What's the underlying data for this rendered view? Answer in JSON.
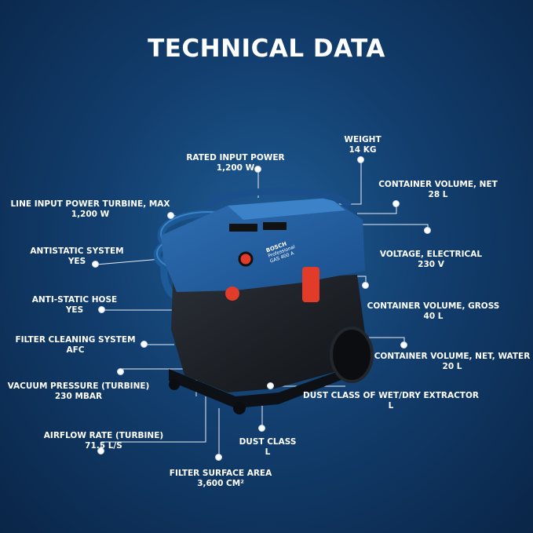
{
  "title": "TECHNICAL DATA",
  "product": {
    "brand": "BOSCH",
    "line": "Professional",
    "model": "GAS 400 A"
  },
  "specs": {
    "rated_input_power": {
      "label": "RATED INPUT POWER",
      "value": "1,200 W"
    },
    "weight": {
      "label": "WEIGHT",
      "value": "14 KG"
    },
    "container_volume_net": {
      "label": "CONTAINER VOLUME, NET",
      "value": "28 L"
    },
    "line_input_power_turbine": {
      "label": "LINE INPUT POWER TURBINE, MAX",
      "value": "1,200 W"
    },
    "antistatic_system": {
      "label": "ANTISTATIC SYSTEM",
      "value": "YES"
    },
    "voltage_electrical": {
      "label": "VOLTAGE, ELECTRICAL",
      "value": "230 V"
    },
    "anti_static_hose": {
      "label": "ANTI-STATIC HOSE",
      "value": "YES"
    },
    "container_volume_gross": {
      "label": "CONTAINER VOLUME, GROSS",
      "value": "40 L"
    },
    "filter_cleaning_system": {
      "label": "FILTER CLEANING SYSTEM",
      "value": "AFC"
    },
    "container_volume_net_water": {
      "label": "CONTAINER VOLUME, NET, WATER",
      "value": "20 L"
    },
    "vacuum_pressure": {
      "label": "VACUUM PRESSURE (TURBINE)",
      "value": "230 MBAR"
    },
    "dust_class_wet_dry": {
      "label": "DUST CLASS OF WET/DRY EXTRACTOR",
      "value": "L"
    },
    "airflow_rate": {
      "label": "AIRFLOW RATE (TURBINE)",
      "value": "71.5 L/S"
    },
    "dust_class": {
      "label": "DUST CLASS",
      "value": "L"
    },
    "filter_surface_area": {
      "label": "FILTER SURFACE AREA",
      "value": "3,600 CM²"
    }
  }
}
